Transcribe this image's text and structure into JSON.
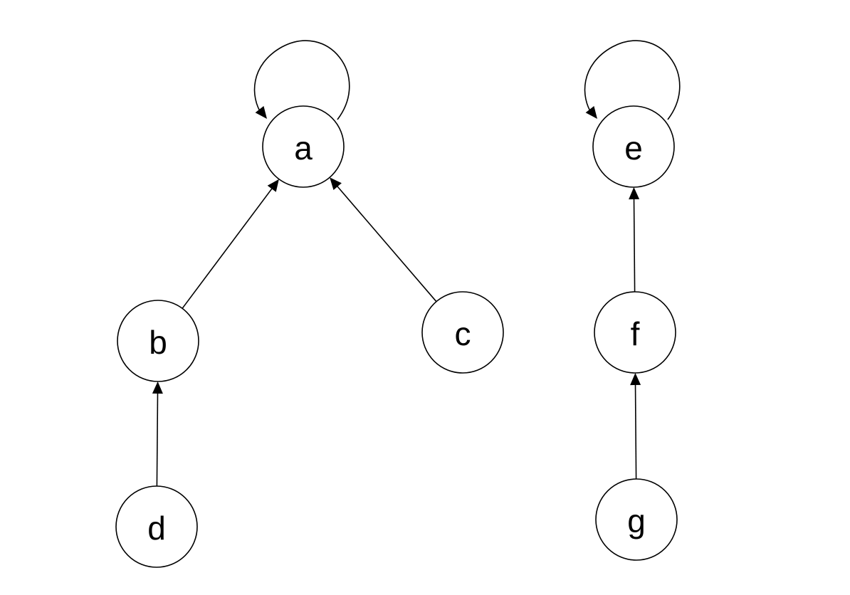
{
  "diagram": {
    "nodes": [
      {
        "id": "a",
        "label": "a"
      },
      {
        "id": "b",
        "label": "b"
      },
      {
        "id": "c",
        "label": "c"
      },
      {
        "id": "d",
        "label": "d"
      },
      {
        "id": "e",
        "label": "e"
      },
      {
        "id": "f",
        "label": "f"
      },
      {
        "id": "g",
        "label": "g"
      }
    ],
    "edges": [
      {
        "from": "a",
        "to": "a"
      },
      {
        "from": "b",
        "to": "a"
      },
      {
        "from": "c",
        "to": "a"
      },
      {
        "from": "d",
        "to": "b"
      },
      {
        "from": "e",
        "to": "e"
      },
      {
        "from": "f",
        "to": "e"
      },
      {
        "from": "g",
        "to": "f"
      }
    ]
  }
}
